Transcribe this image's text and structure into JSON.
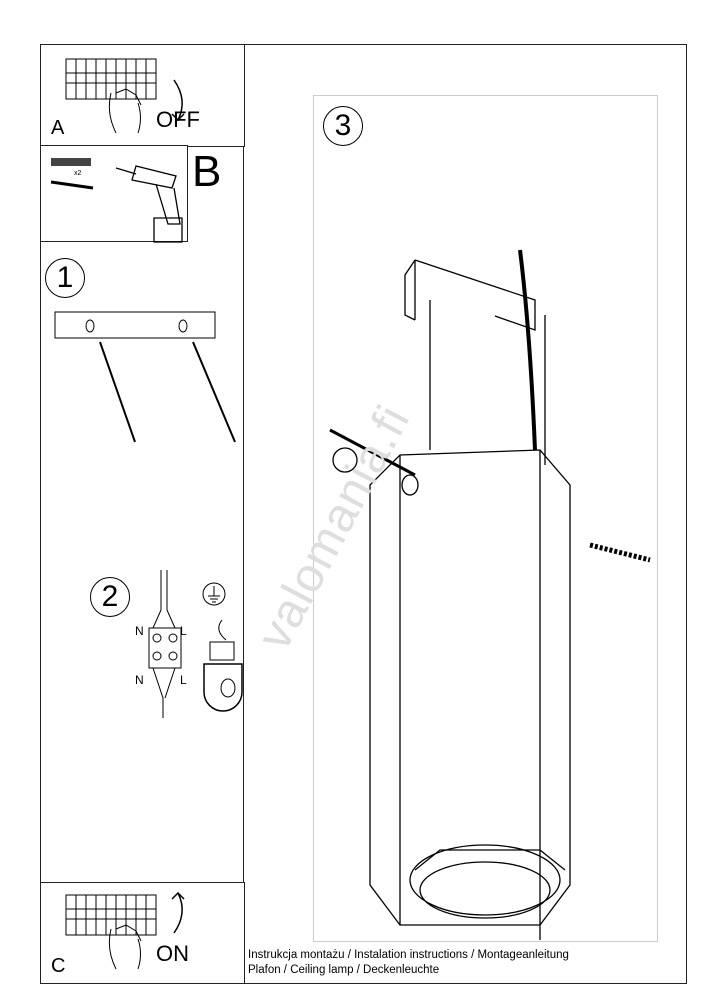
{
  "step_a": {
    "letter": "A",
    "text": "OFF"
  },
  "step_b": {
    "letter": "B",
    "quantity": "x2"
  },
  "step_1": {
    "number": "1"
  },
  "step_2": {
    "number": "2",
    "wire_labels": [
      "N",
      "L",
      "N",
      "L"
    ]
  },
  "step_3": {
    "number": "3"
  },
  "step_c": {
    "letter": "C",
    "text": "ON"
  },
  "footer": {
    "line1": "Instrukcja montażu / Instalation instructions / Montageanleitung",
    "line2": "Plafon / Ceiling lamp / Deckenleuchte"
  },
  "watermark": "valomania.fi"
}
